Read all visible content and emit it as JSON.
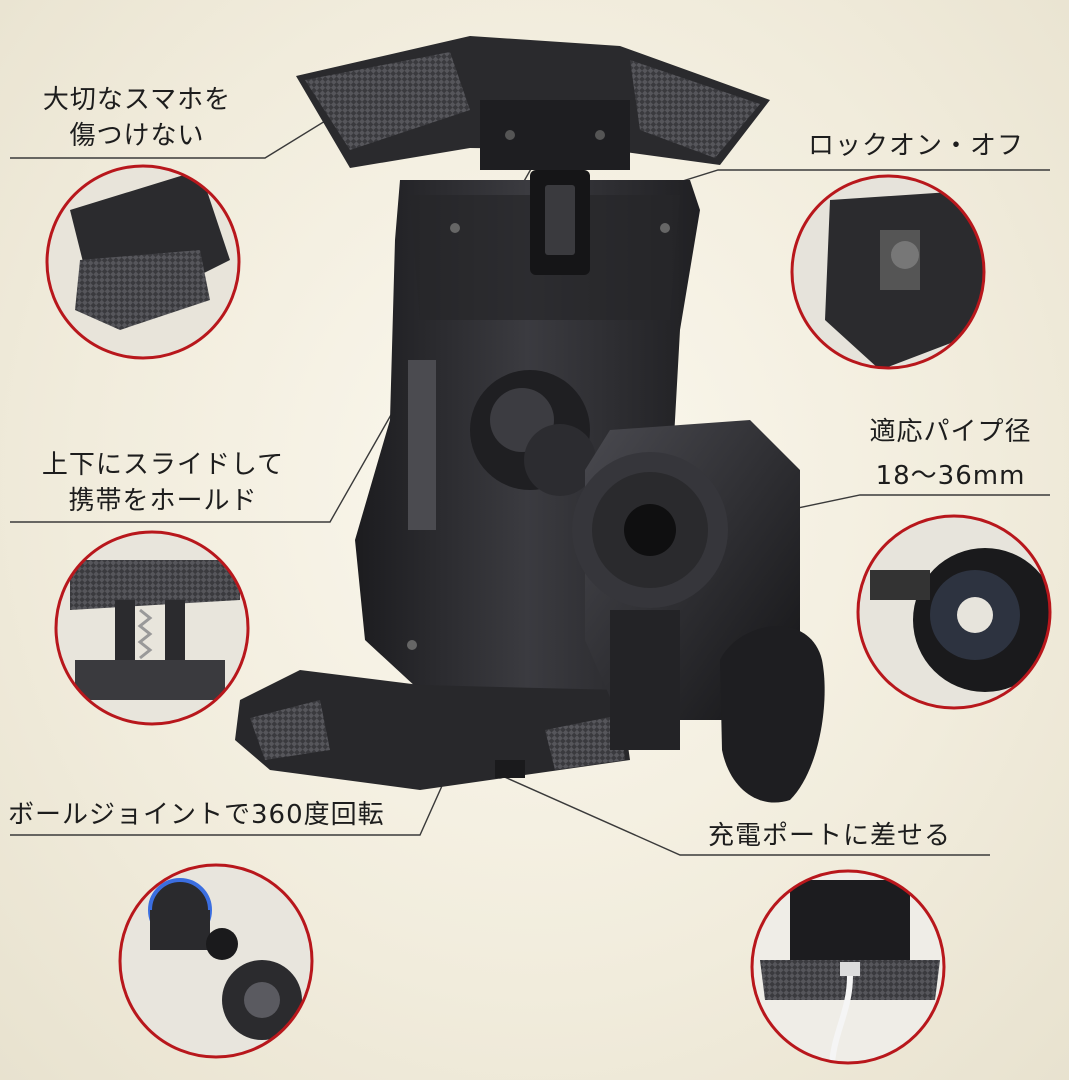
{
  "labels": {
    "protect_line1": "大切なスマホを",
    "protect_line2": "傷つけない",
    "lock": "ロックオン・オフ",
    "slide_line1": "上下にスライドして",
    "slide_line2": "携帯をホールド",
    "pipe_line1": "適応パイプ径",
    "pipe_line2": "18～36mm",
    "ball_joint": "ボールジョイントで360度回転",
    "charge_port": "充電ポートに差せる"
  },
  "colors": {
    "background": "#f3efe1",
    "circle_ring": "#b8171c",
    "product_dark": "#2b2b2e",
    "leader_line": "#3a3a3a"
  },
  "icons": {
    "callout_protect": "rubber-claw-detail-icon",
    "callout_lock": "lock-latch-detail-icon",
    "callout_slide": "spring-slider-detail-icon",
    "callout_pipe": "pipe-clamp-detail-icon",
    "callout_ball": "ball-joint-detail-icon",
    "callout_charge": "charge-port-detail-icon"
  }
}
